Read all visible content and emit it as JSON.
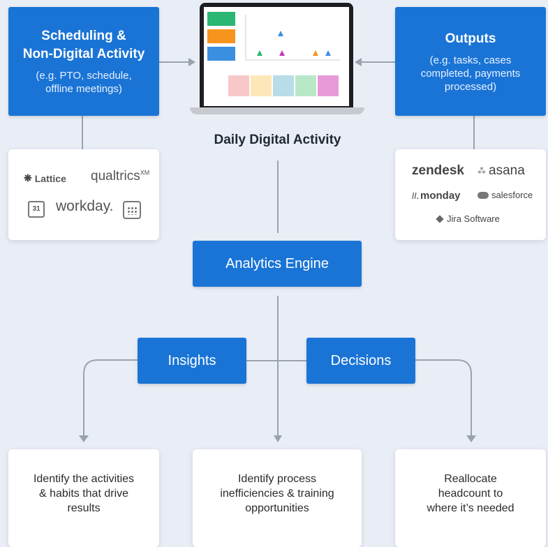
{
  "left_box": {
    "title_line1": "Scheduling &",
    "title_line2": "Non-Digital Activity",
    "sub_line1": "(e.g. PTO, schedule,",
    "sub_line2": "offline meetings)"
  },
  "right_box": {
    "title": "Outputs",
    "sub_line1": "(e.g. tasks, cases",
    "sub_line2": "completed, payments",
    "sub_line3": "processed)"
  },
  "center_label": "Daily Digital Activity",
  "left_logos": {
    "lattice": "Lattice",
    "qualtrics": "qualtrics",
    "qualtrics_sup": "XM",
    "calendar_day": "31",
    "workday": "workday."
  },
  "right_logos": {
    "zendesk": "zendesk",
    "asana": "asana",
    "monday": "monday",
    "salesforce": "salesforce",
    "jira": "Jira Software"
  },
  "engine": "Analytics Engine",
  "insights": "Insights",
  "decisions": "Decisions",
  "results": [
    {
      "line1": "Identify the activities",
      "line2": "& habits that drive",
      "line3": "results"
    },
    {
      "line1": "Identify process",
      "line2": "inefficiencies & training",
      "line3": "opportunities"
    },
    {
      "line1": "Reallocate",
      "line2": "headcount to",
      "line3": "where it’s needed"
    }
  ],
  "colors": {
    "blue": "#1a74d6",
    "line": "#9aa2ab",
    "background": "#e9eef6"
  }
}
